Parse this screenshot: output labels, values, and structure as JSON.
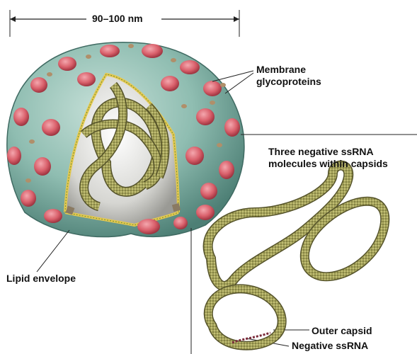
{
  "labels": {
    "scale": "90–100 nm",
    "membrane_line1": "Membrane",
    "membrane_line2": "glycoproteins",
    "three_line1": "Three negative ssRNA",
    "three_line2": "molecules within capsids",
    "lipid": "Lipid envelope",
    "outer_capsid": "Outer capsid",
    "negative_ssrna": "Negative ssRNA"
  },
  "colors": {
    "envelope": "#8fbdb1",
    "glycoprotein": "#d9606b",
    "nucleocapsid": "#a4a25a",
    "lipid_bilayer": "#e6c94f",
    "rna_strand": "#7a2a3a",
    "line": "#222222"
  }
}
